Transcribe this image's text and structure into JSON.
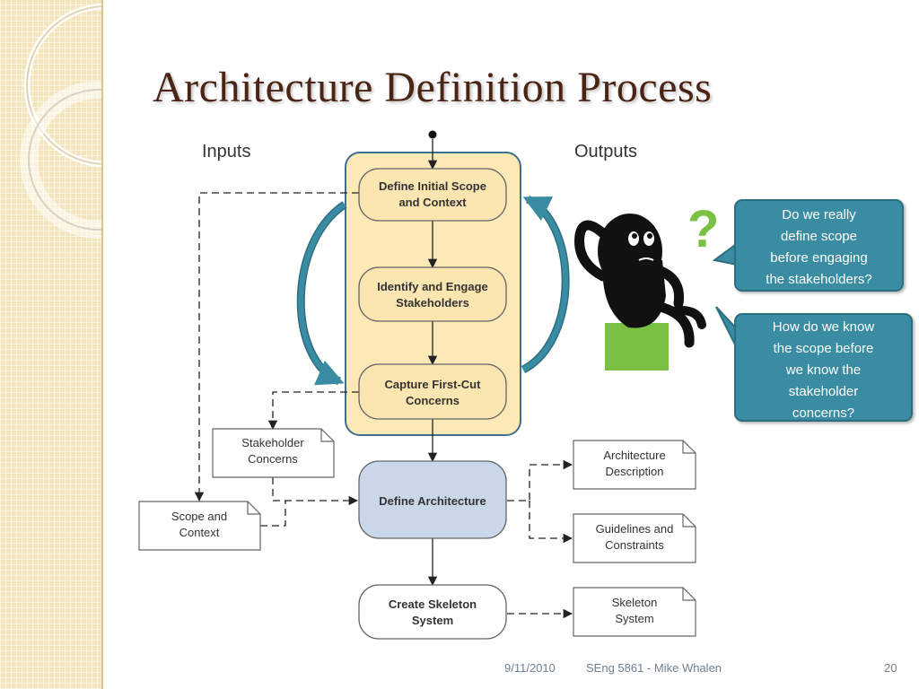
{
  "slide": {
    "title": "Architecture Definition Process",
    "inputs_label": "Inputs",
    "outputs_label": "Outputs",
    "process_steps": [
      {
        "lines": [
          "Define Initial Scope",
          "and Context"
        ]
      },
      {
        "lines": [
          "Identify and Engage",
          "Stakeholders"
        ]
      },
      {
        "lines": [
          "Capture First-Cut",
          "Concerns"
        ]
      },
      {
        "lines": [
          "Define Architecture"
        ]
      },
      {
        "lines": [
          "Create Skeleton",
          "System"
        ]
      }
    ],
    "input_documents": [
      {
        "lines": [
          "Stakeholder",
          "Concerns"
        ]
      },
      {
        "lines": [
          "Scope and",
          "Context"
        ]
      }
    ],
    "output_documents": [
      {
        "lines": [
          "Architecture",
          "Description"
        ]
      },
      {
        "lines": [
          "Guidelines and",
          "Constraints"
        ]
      },
      {
        "lines": [
          "Skeleton",
          "System"
        ]
      }
    ],
    "question_mark": "?",
    "callouts": [
      {
        "lines": [
          "Do we really",
          "define scope",
          "before engaging",
          "the stakeholders?"
        ]
      },
      {
        "lines": [
          "How do we know",
          "the scope before",
          "we know the",
          "stakeholder",
          "concerns?"
        ]
      }
    ],
    "colors": {
      "title": "#4a2414",
      "highlight_fill": "#fde9b6",
      "highlight_border": "#3f6f90",
      "step_fill": "#fbe5b0",
      "define_arch_fill": "#c9d7e8",
      "callout_fill": "#3a8ca3",
      "loop_arrow": "#3a8ca3",
      "question_mark": "#7ac143",
      "pedestal": "#7ac143"
    },
    "icons": [
      "thinking-figure-icon",
      "question-mark-icon"
    ]
  },
  "footer": {
    "date": "9/11/2010",
    "course": "SEng 5861 - Mike Whalen",
    "page": "20"
  }
}
